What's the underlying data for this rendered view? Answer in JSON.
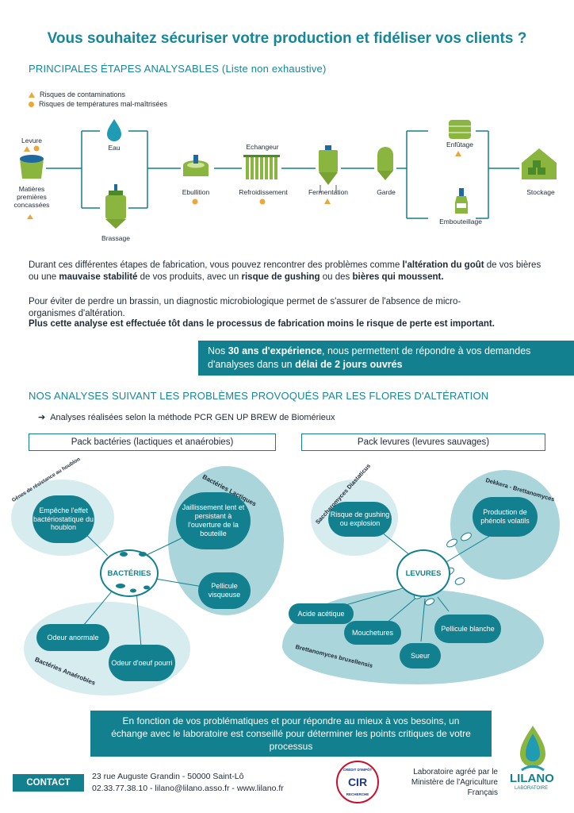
{
  "title": "Vous souhaitez sécuriser votre production et fidéliser vos clients ?",
  "section1": {
    "heading": "PRINCIPALES ÉTAPES ANALYSABLES",
    "heading_note": "(Liste non exhaustive)",
    "legend": [
      {
        "icon": "triangle-icon",
        "label": "Risques de contaminations"
      },
      {
        "icon": "dot-icon",
        "label": "Risques de températures mal-maîtrisées"
      }
    ]
  },
  "process": {
    "levure": "Levure",
    "matieres": "Matières premières concassées",
    "eau": "Eau",
    "brassage": "Brassage",
    "ebullition": "Ebullition",
    "echangeur": "Echangeur",
    "refroidissement": "Refroidissement",
    "fermentation": "Fermentation",
    "garde": "Garde",
    "enfutage": "Enfûtage",
    "embouteillage": "Embouteillage",
    "stockage": "Stockage"
  },
  "paragraphs": {
    "p1_a": "Durant ces différentes étapes de fabrication, vous pouvez rencontrer des problèmes comme ",
    "p1_b": "l'altération du goût",
    "p1_c": " de vos bières ou une ",
    "p1_d": "mauvaise stabilité",
    "p1_e": " de vos produits, avec un ",
    "p1_f": "risque de gushing",
    "p1_g": " ou des ",
    "p1_h": "bières qui moussent.",
    "p2": "Pour éviter de perdre un brassin, un diagnostic microbiologique permet de s'assurer de l'absence de micro-organismes d'altération.",
    "p3": "Plus cette analyse est effectuée tôt dans le processus de fabrication moins le risque de perte est important."
  },
  "experience": {
    "a": "Nos ",
    "b": "30 ans d'expérience",
    "c": ", nous permettent de répondre à vos demandes d'analyses dans un ",
    "d": "délai de 2 jours ouvrés"
  },
  "section2": {
    "heading": "NOS ANALYSES SUIVANT LES PROBLÈMES PROVOQUÉS PAR LES FLORES D'ALTÉRATION",
    "method": "Analyses réalisées selon la méthode PCR GEN UP BREW de Biomérieux",
    "pack_bact": "Pack bactéries (lactiques et anaérobies)",
    "pack_lev": "Pack levures (levures sauvages)"
  },
  "bacteries": {
    "hub": "BACTÉRIES",
    "genes_label": "Gènes de résistance au houblon",
    "lactiques_label": "Bactéries Lactiques",
    "anaerobes_label": "Bactéries Anaérobies",
    "b1": "Empêche l'effet bactériostatique du houblon",
    "b2": "Jaillissement lent et persistant à l'ouverture de la bouteille",
    "b3": "Pellicule visqueuse",
    "b4": "Odeur anormale",
    "b5": "Odeur d'oeuf pourri"
  },
  "levures": {
    "hub": "LEVURES",
    "diastaticus_label": "Saccharomyces Diastaticus",
    "dekkera_label": "Dekkera - Brettanomyces",
    "brett_label": "Brettanomyces bruxellensis",
    "l1": "Risque de gushing ou explosion",
    "l2": "Production de phénols volatils",
    "l3": "Acide acétique",
    "l4": "Mouchetures",
    "l5": "Pellicule blanche",
    "l6": "Sueur"
  },
  "footer_box": "En fonction de vos problématiques et pour répondre au mieux à vos besoins, un échange avec le laboratoire est conseillé pour déterminer les points critiques de votre processus",
  "contact": {
    "label": "CONTACT",
    "address": "23 rue Auguste Grandin - 50000 Saint-Lô",
    "line2": "02.33.77.38.10 - lilano@lilano.asso.fr - www.lilano.fr",
    "cir_text_top": "CRÉDIT D'IMPÔT",
    "cir_text_mid": "CIR",
    "cir_text_bot": "RECHERCHE",
    "agree": "Laboratoire agréé par le Ministère de l'Agriculture Français",
    "logo_name": "LILANO",
    "logo_sub": "LABORATOIRE"
  },
  "colors": {
    "teal": "#12808f",
    "accent": "#e8a93a",
    "light": "#d6ecef",
    "mid": "#a9d5db",
    "green": "#8ab53f"
  }
}
